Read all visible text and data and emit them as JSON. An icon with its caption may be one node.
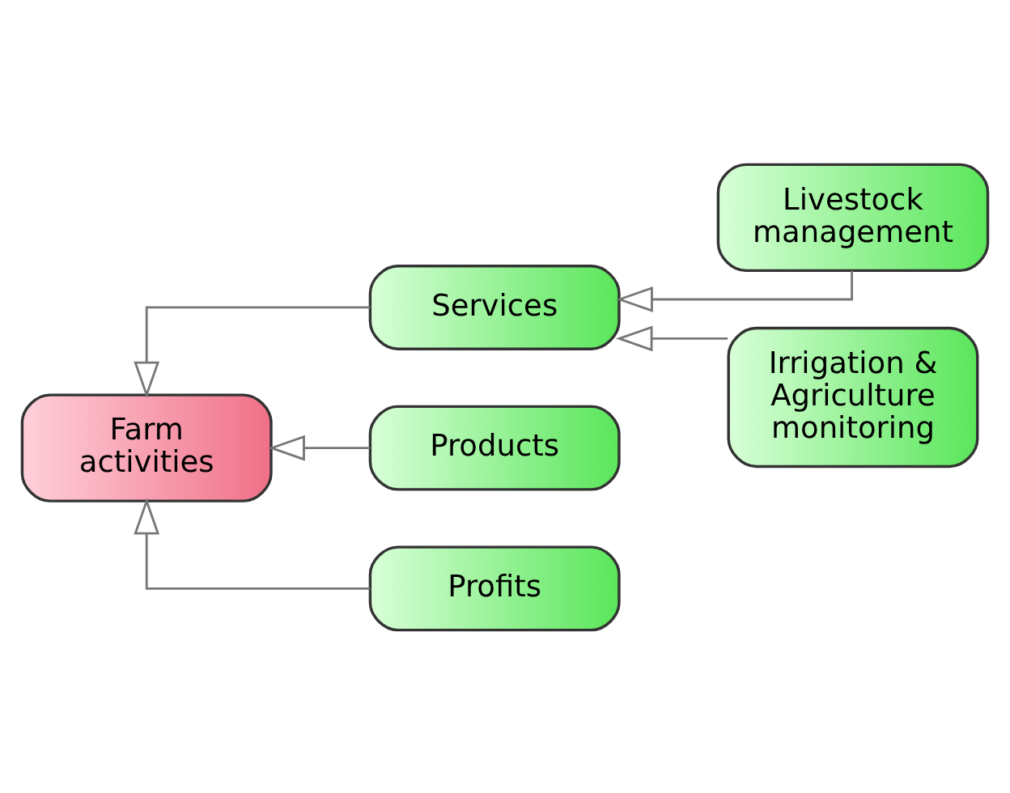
{
  "diagram": {
    "nodes": [
      {
        "text": [
          "Livestock management"
        ]
      },
      {
        "text": [
          "Irrigation & Agriculture monitoring"
        ]
      },
      {
        "text": [
          "Services"
        ]
      },
      {
        "text": [
          "Farm activities"
        ]
      },
      {
        "text": [
          "Products"
        ]
      },
      {
        "text": [
          "Profits"
        ]
      }
    ],
    "edges": [
      {
        "from": 0,
        "to": 2,
        "arrow": "to"
      },
      {
        "from": 1,
        "to": 2,
        "arrow": "to"
      },
      {
        "from": 2,
        "to": 3,
        "arrow": "to"
      },
      {
        "from": 4,
        "to": 3,
        "arrow": "to"
      },
      {
        "from": 5,
        "to": 3,
        "arrow": "to"
      }
    ]
  }
}
